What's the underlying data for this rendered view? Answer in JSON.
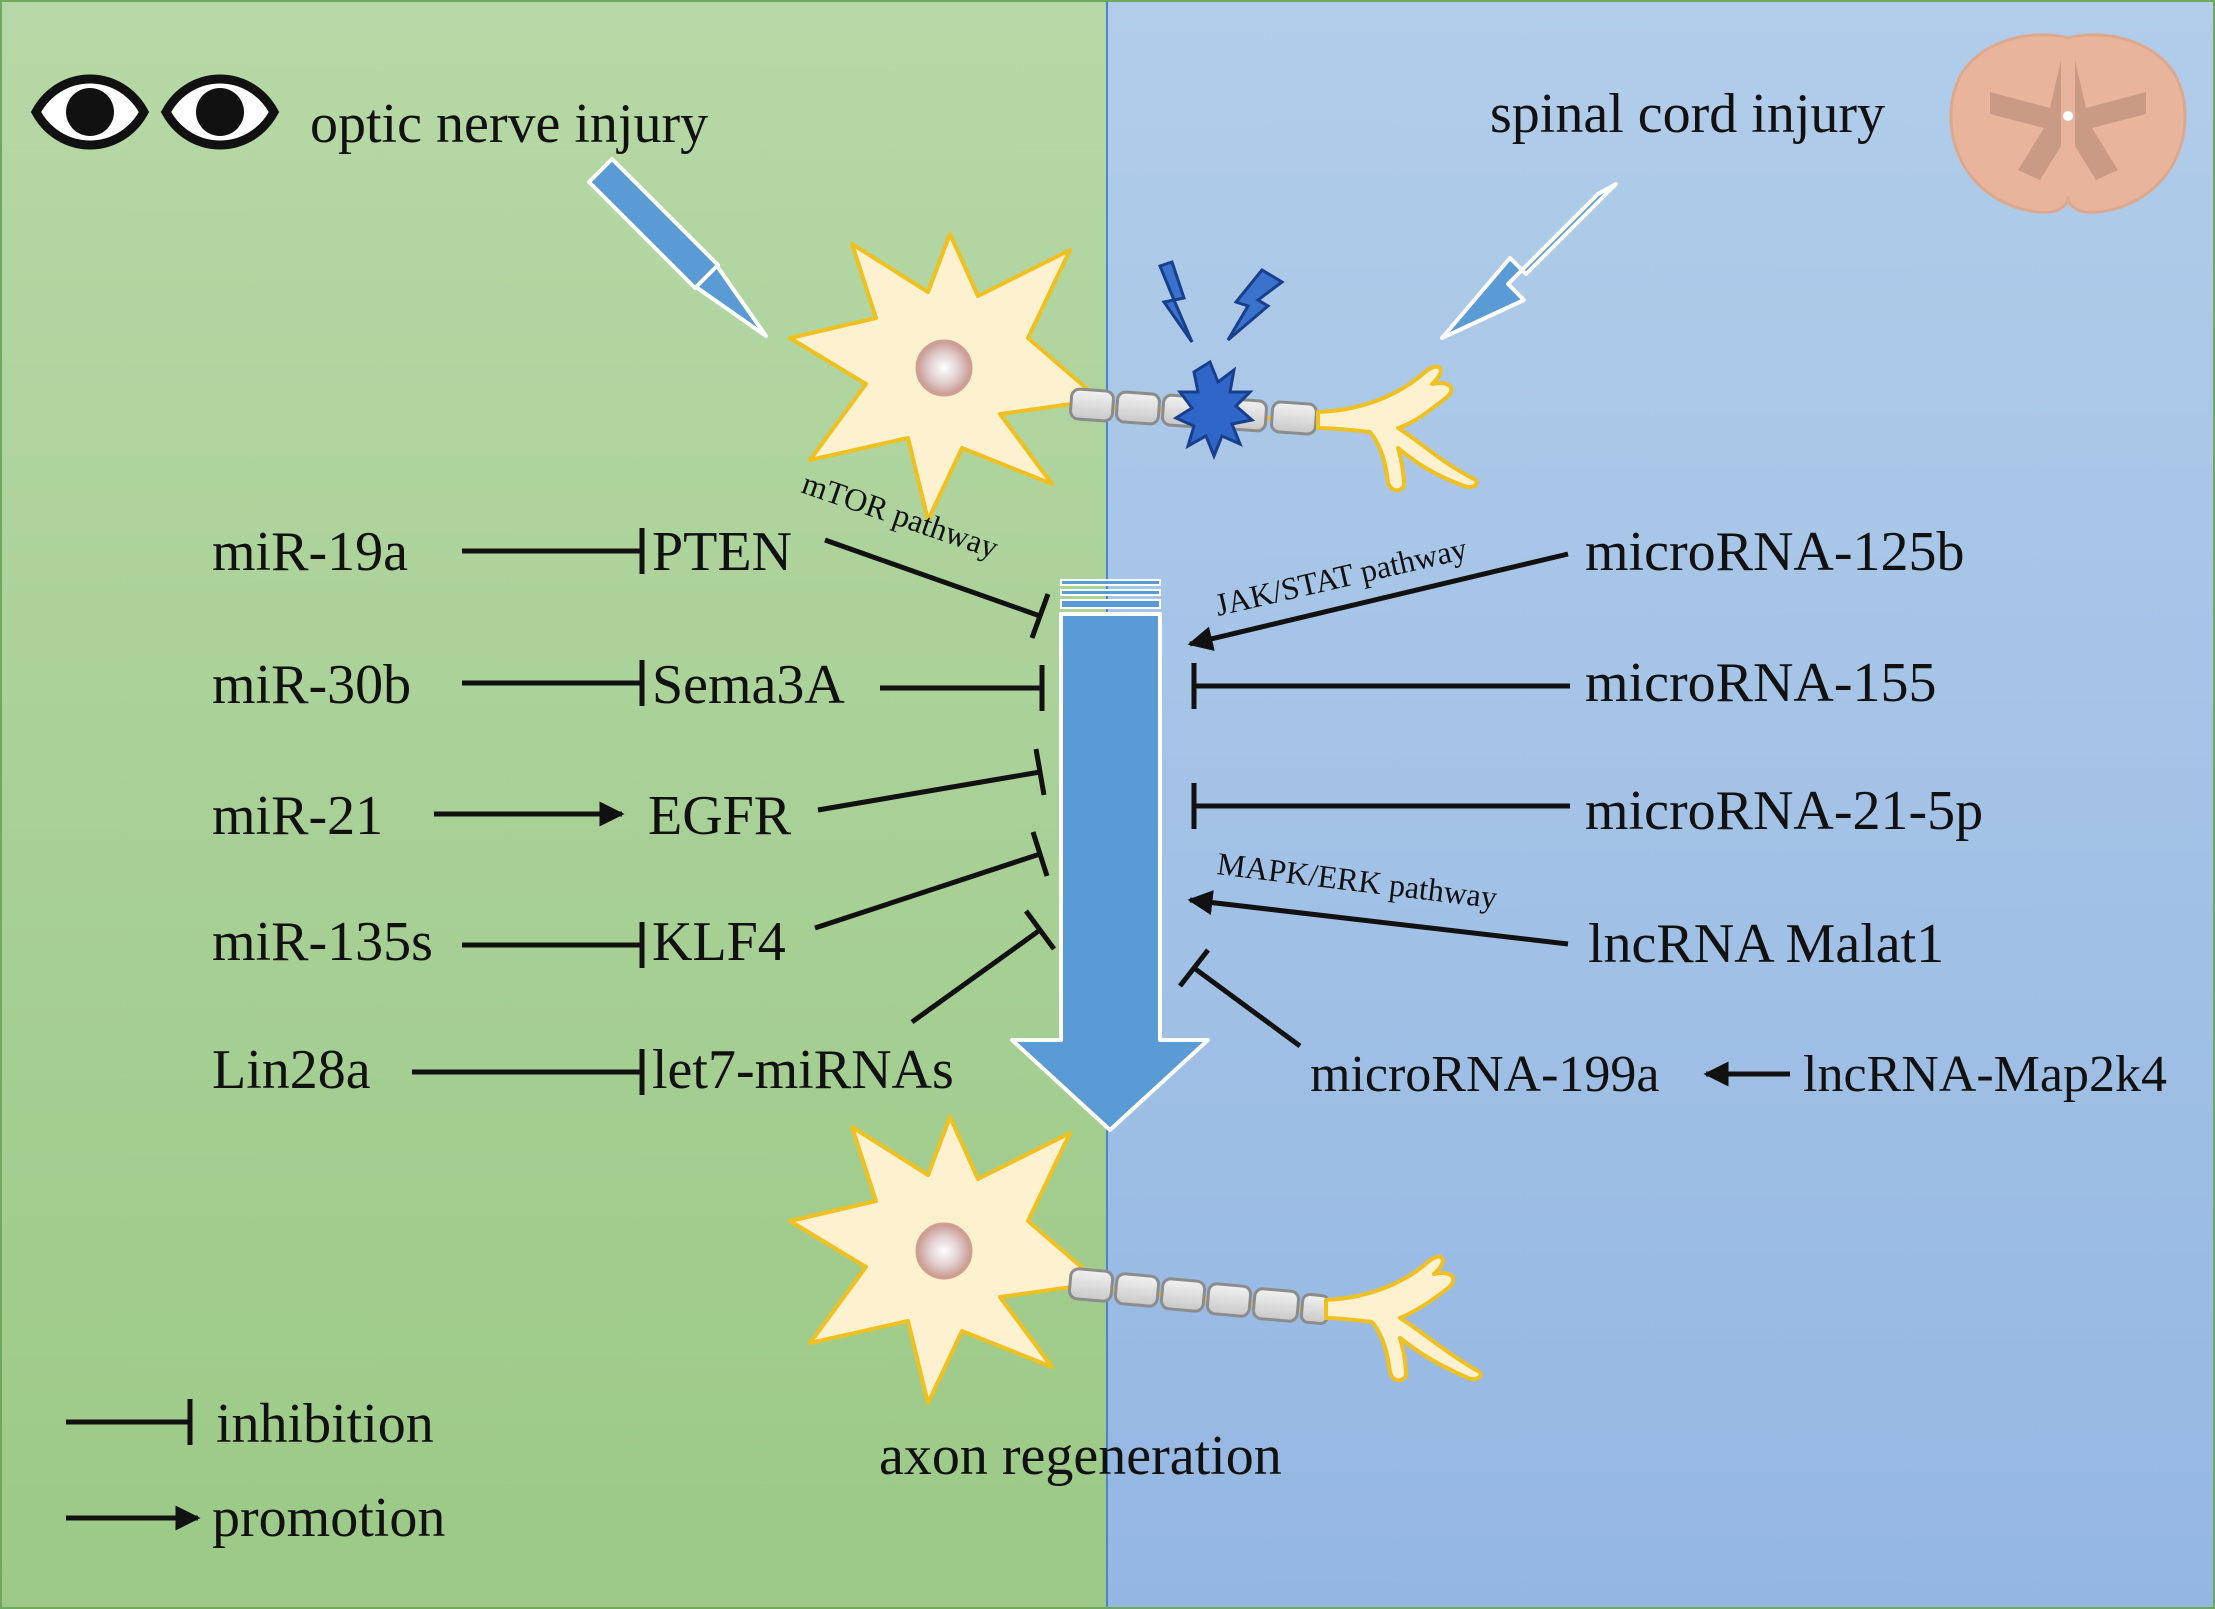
{
  "header": {
    "left_title": "optic nerve injury",
    "right_title": "spinal cord injury"
  },
  "left_column": {
    "regulators": [
      "miR-19a",
      "miR-30b",
      "miR-21",
      "miR-135s",
      "Lin28a"
    ],
    "targets": [
      "PTEN",
      "Sema3A",
      "EGFR",
      "KLF4",
      "let7-miRNAs"
    ],
    "pathway_label": "mTOR pathway"
  },
  "right_column": {
    "items": [
      "microRNA-125b",
      "microRNA-155",
      "microRNA-21-5p",
      "lncRNA Malat1",
      "microRNA-199a",
      "lncRNA-Map2k4"
    ],
    "pathway_labels": [
      "JAK/STAT pathway",
      "MAPK/ERK pathway"
    ]
  },
  "outcome_label": "axon regeneration",
  "legend": {
    "inhibition_label": "inhibition",
    "promotion_label": "promotion"
  },
  "colors": {
    "left_background": "#a8d096",
    "right_background": "#a3c0e6",
    "arrow_blue": "#5b9bd5",
    "neuron_fill": "#fdf1d0",
    "neuron_outline": "#f0c020",
    "spinal_cord": "#e8b49b"
  },
  "icons": [
    "eye-icon",
    "eye-icon",
    "spinal-cord-section-icon",
    "neuron-icon",
    "lightning-icon"
  ]
}
